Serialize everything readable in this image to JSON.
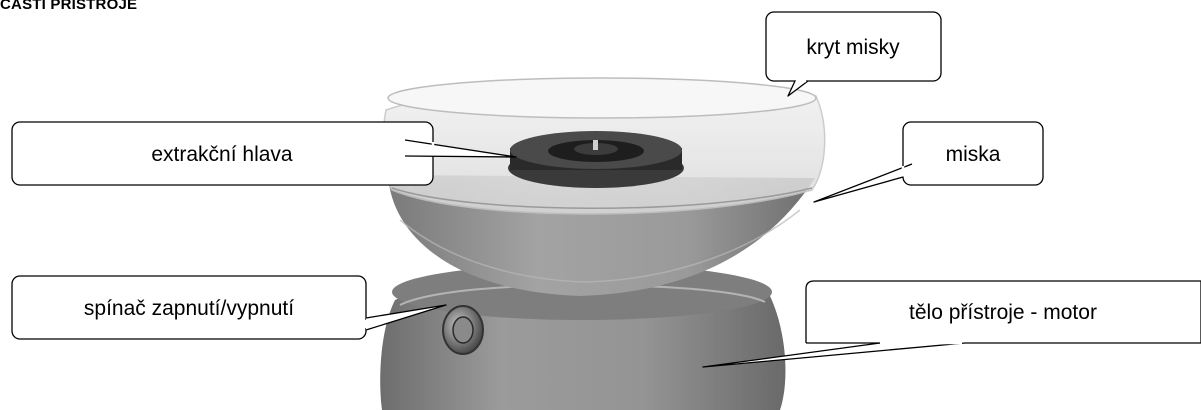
{
  "heading": "ČÁSTI PŘÍSTROJE",
  "callouts": {
    "lid": "kryt misky",
    "extraction_head": "extrakční hlava",
    "bowl": "miska",
    "switch": "spínač zapnutí/vypnutí",
    "motor_body": "tělo přístroje - motor"
  },
  "colors": {
    "body_gray": "#8e8e8e",
    "clear_lid": "#e9e9e9",
    "head_dark": "#2a2a2a",
    "outline": "#000000"
  }
}
